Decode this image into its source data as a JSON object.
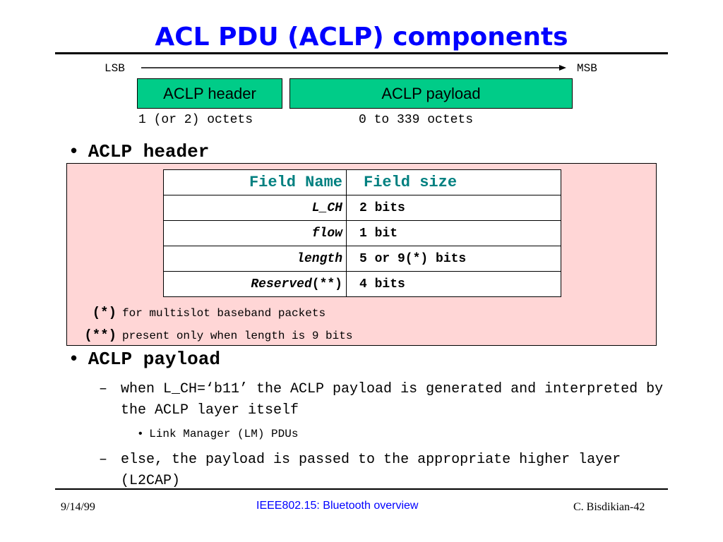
{
  "slide": {
    "title": "ACL PDU (ACLP) components"
  },
  "diagram": {
    "lsb_label": "LSB",
    "msb_label": "MSB",
    "header_box_label": "ACLP header",
    "payload_box_label": "ACLP payload",
    "header_size": "1 (or 2) octets",
    "payload_size": "0 to 339 octets",
    "box_color": "#00cc88"
  },
  "header_section": {
    "bullet": "ACLP header",
    "table": {
      "col_name": "Field Name",
      "col_size": "Field size",
      "rows": [
        {
          "name": "L_CH",
          "suffix": "",
          "size": "2 bits"
        },
        {
          "name": "flow",
          "suffix": "",
          "size": "1 bit"
        },
        {
          "name": "length",
          "suffix": "",
          "size": "5 or 9(*) bits"
        },
        {
          "name": "Reserved",
          "suffix": "(**)",
          "size": "4 bits"
        }
      ]
    },
    "notes": [
      {
        "mark": "(*)",
        "text": "for multislot baseband packets"
      },
      {
        "mark": "(**)",
        "text": "present only when length is 9 bits"
      }
    ],
    "panel_color": "#ffd6d6",
    "header_text_color": "#008080"
  },
  "payload_section": {
    "bullet": "ACLP payload",
    "dash_mark": "–",
    "sub_bullet_mark": "•",
    "item1": "when L_CH=‘b11’ the ACLP payload is generated and interpreted by the ACLP layer itself",
    "item1_sub": "Link Manager (LM) PDUs",
    "item2": "else, the payload is passed to the appropriate higher layer (L2CAP)"
  },
  "footer": {
    "date": "9/14/99",
    "center": "IEEE802.15: Bluetooth overview",
    "right": "C. Bisdikian-42"
  },
  "colors": {
    "title": "#0000ff",
    "footer_center": "#0000ff"
  }
}
